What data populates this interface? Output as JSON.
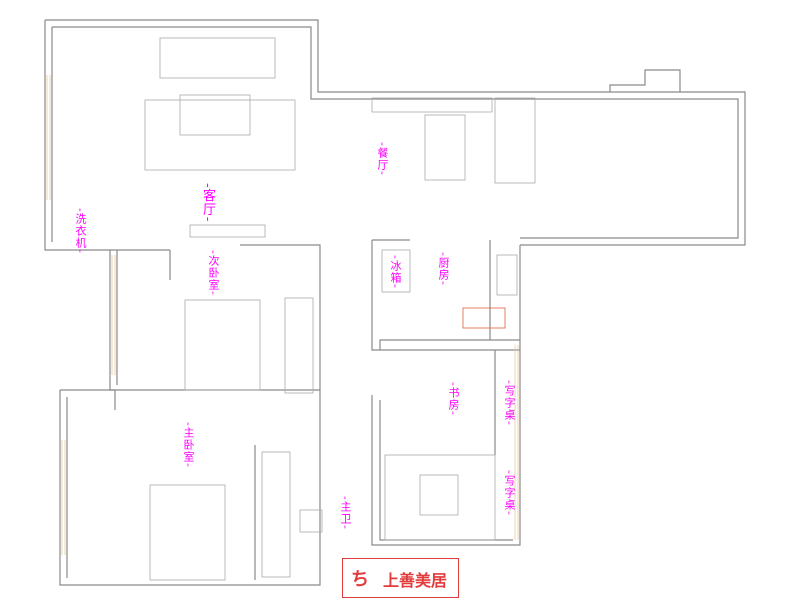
{
  "rooms": {
    "living_room": "-客厅-",
    "dining_room": "-餐厅-",
    "washer": "-洗衣机-",
    "second_bedroom": "-次卧室-",
    "fridge": "-冰箱-",
    "kitchen": "-厨房-",
    "study": "-书房-",
    "desk_1": "-写字桌-",
    "desk_2": "-写字桌-",
    "master_bedroom": "-主卧室-",
    "master_bath": "-主卫-"
  },
  "logo": {
    "text": "上善美居",
    "brand_color": "#e23b3b"
  },
  "colors": {
    "label": "#ff00ff",
    "wall": "#8a8a8a",
    "window": "#e8c9a0"
  }
}
